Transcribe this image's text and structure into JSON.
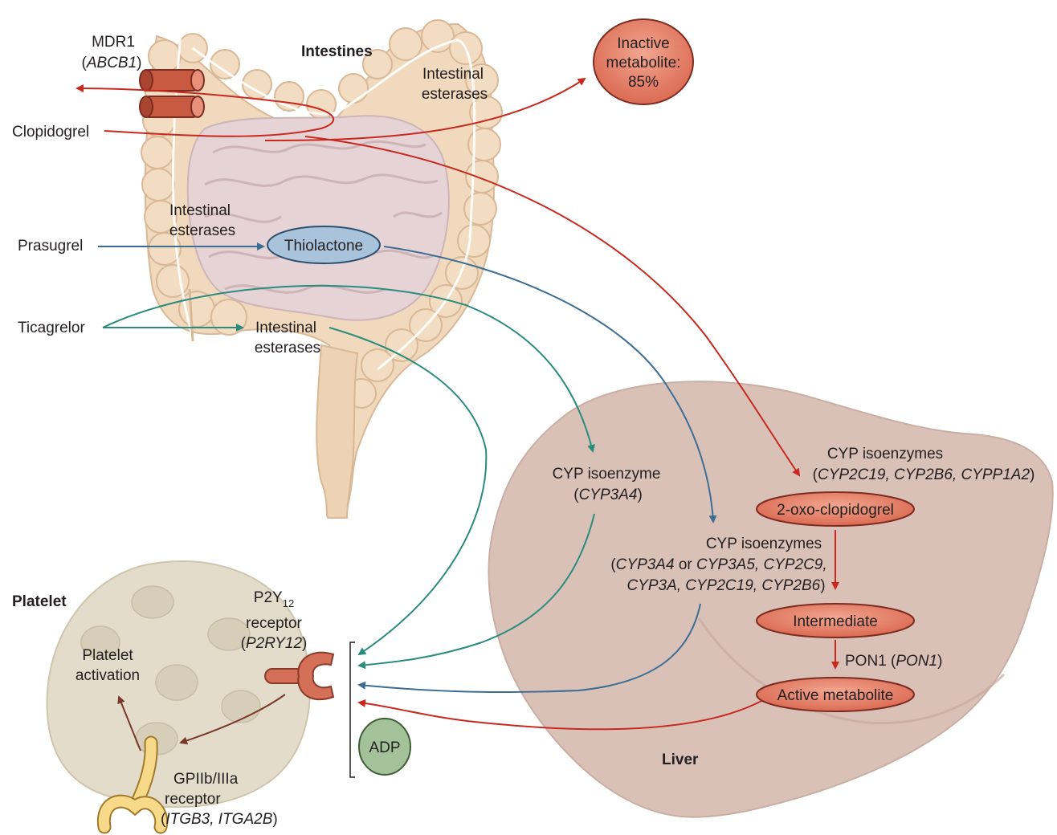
{
  "organs": {
    "intestines": "Intestines",
    "liver": "Liver",
    "platelet": "Platelet"
  },
  "drugs": {
    "clopidogrel": "Clopidogrel",
    "prasugrel": "Prasugrel",
    "ticagrelor": "Ticagrelor"
  },
  "transporter": {
    "name": "MDR1",
    "gene": "ABCB1"
  },
  "esterases": {
    "top_line1": "Intestinal",
    "top_line2": "esterases",
    "left_line1": "Intestinal",
    "left_line2": "esterases",
    "ticagrelor_line1": "Intestinal",
    "ticagrelor_line2": "esterases"
  },
  "inactive": {
    "line1": "Inactive",
    "line2": "metabolite:",
    "line3": "85%"
  },
  "thiolactone": "Thiolactone",
  "cyp3a4": {
    "title": "CYP isoenzyme",
    "gene": "CYP3A4"
  },
  "prasugrel_cyp": {
    "title": "CYP isoenzymes",
    "genes_a": "CYP3A4",
    "or": "or",
    "genes_b": "CYP3A5, CYP2C9,",
    "genes_c": "CYP3A, CYP2C19, CYP2B6"
  },
  "clopidogrel_cyp": {
    "title": "CYP isoenzymes",
    "genes": "CYP2C19, CYP2B6, CYPP1A2"
  },
  "liver_steps": {
    "oxo": "2-oxo-clopidogrel",
    "intermediate": "Intermediate",
    "pon1_name": "PON1",
    "pon1_gene": "PON1",
    "active": "Active metabolite"
  },
  "receptor": {
    "p2y_base": "P2Y",
    "p2y_sub": "12",
    "line2": "receptor",
    "gene": "P2RY12"
  },
  "platelet_activation": {
    "line1": "Platelet",
    "line2": "activation"
  },
  "adp": "ADP",
  "gp": {
    "line1": "GPIIb/IIIa",
    "line2": "receptor",
    "genes": "ITGB3, ITGA2B"
  },
  "colors": {
    "clopidogrel_arrow": "#c8281e",
    "prasugrel_arrow": "#3d6d93",
    "ticagrelor_arrow": "#2b8c7d",
    "platelet_arrow": "#7a3a2a",
    "liver_fill": "#d9c1b8",
    "intestine_fill": "#f0d9bd",
    "metabolite_fill": "#e78a70",
    "thiolactone_fill": "#a9c3dd",
    "adp_fill": "#a4c29a",
    "platelet_fill": "#e3dccb"
  }
}
